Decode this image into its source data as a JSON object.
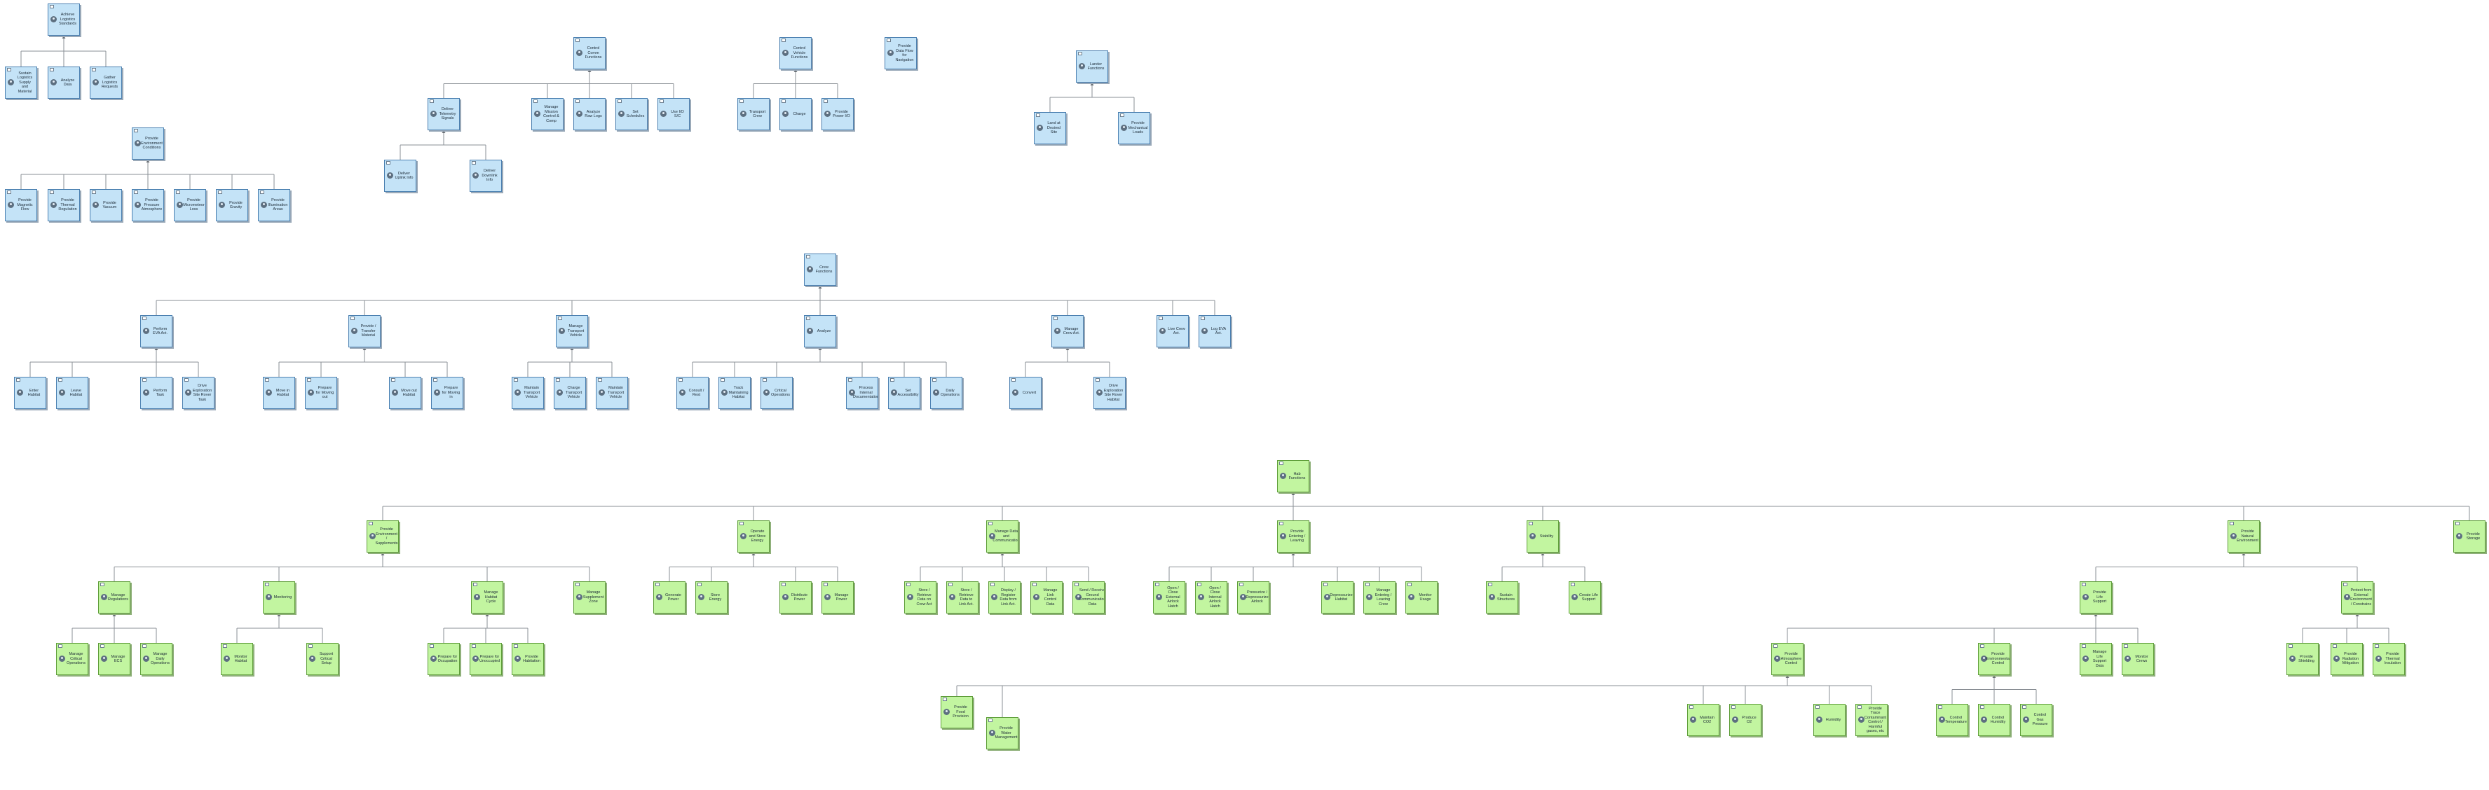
{
  "diagram": {
    "nodes": [
      {
        "id": "e1",
        "text": "Achieve Logistics Standards",
        "color": "blue"
      },
      {
        "id": "e1a",
        "text": "Sustain Logistics Supply and Material",
        "color": "blue"
      },
      {
        "id": "e1b",
        "text": "Analyze Data",
        "color": "blue"
      },
      {
        "id": "e1c",
        "text": "Gather Logistics Requests",
        "color": "blue"
      },
      {
        "id": "ps",
        "text": "Provide Environment Conditions",
        "color": "blue"
      },
      {
        "id": "ps1",
        "text": "Provide Magnetic Flow",
        "color": "blue"
      },
      {
        "id": "ps2",
        "text": "Provide Thermal Regulation",
        "color": "blue"
      },
      {
        "id": "ps3",
        "text": "Provide Vacuum",
        "color": "blue"
      },
      {
        "id": "ps4",
        "text": "Provide Pressure Atmosphere",
        "color": "blue"
      },
      {
        "id": "ps5",
        "text": "Provide Micrometeor Loss",
        "color": "blue"
      },
      {
        "id": "ps6",
        "text": "Provide Gravity",
        "color": "blue"
      },
      {
        "id": "ps7",
        "text": "Provide Illumination Areas",
        "color": "blue"
      },
      {
        "id": "cc",
        "text": "Control Comm Functions",
        "color": "blue"
      },
      {
        "id": "cc1",
        "text": "Deliver Telemetry Signals",
        "color": "blue"
      },
      {
        "id": "cc1a",
        "text": "Deliver Uplink Info",
        "color": "blue"
      },
      {
        "id": "cc1b",
        "text": "Deliver Downlink Info",
        "color": "blue"
      },
      {
        "id": "cc2",
        "text": "Manage Mission Control & Comp",
        "color": "blue"
      },
      {
        "id": "cc3",
        "text": "Analyze Raw Logs",
        "color": "blue"
      },
      {
        "id": "cc4",
        "text": "Set Schedules",
        "color": "blue"
      },
      {
        "id": "cc5",
        "text": "Use I/O S/C",
        "color": "blue"
      },
      {
        "id": "ct",
        "text": "Control Vehicle Functions",
        "color": "blue"
      },
      {
        "id": "ct1",
        "text": "Transport Crew",
        "color": "blue"
      },
      {
        "id": "ct2",
        "text": "Charge",
        "color": "blue"
      },
      {
        "id": "ct3",
        "text": "Provide Power I/O",
        "color": "blue"
      },
      {
        "id": "pdf",
        "text": "Provide Data Flow for Navigation",
        "color": "blue"
      },
      {
        "id": "lf",
        "text": "Lander Functions",
        "color": "blue"
      },
      {
        "id": "lf1",
        "text": "Land at Desired Site",
        "color": "blue"
      },
      {
        "id": "lf2",
        "text": "Provide Mechanical Loads",
        "color": "blue"
      },
      {
        "id": "cf",
        "text": "Crew Functions",
        "color": "blue"
      },
      {
        "id": "cf1",
        "text": "Perform EVA Act.",
        "color": "blue"
      },
      {
        "id": "cf1a",
        "text": "Enter Habitat",
        "color": "blue"
      },
      {
        "id": "cf1b",
        "text": "Leave Habitat",
        "color": "blue"
      },
      {
        "id": "cf1c",
        "text": "Perform Task",
        "color": "blue"
      },
      {
        "id": "cf1d",
        "text": "Drive Exploration Site Rover Task",
        "color": "blue"
      },
      {
        "id": "cf2",
        "text": "Provide / Transfer Material",
        "color": "blue"
      },
      {
        "id": "cf2a",
        "text": "Move in Habitat",
        "color": "blue"
      },
      {
        "id": "cf2b",
        "text": "Prepare for Moving out",
        "color": "blue"
      },
      {
        "id": "cf2c",
        "text": "Move out Habitat",
        "color": "blue"
      },
      {
        "id": "cf2d",
        "text": "Prepare for Moving in",
        "color": "blue"
      },
      {
        "id": "cf3",
        "text": "Manage Transport Vehicle",
        "color": "blue"
      },
      {
        "id": "cf3a",
        "text": "Maintain Transport Vehicle",
        "color": "blue"
      },
      {
        "id": "cf3b",
        "text": "Charge Transport Vehicle",
        "color": "blue"
      },
      {
        "id": "cf3c",
        "text": "Maintain Transport Vehicle",
        "color": "blue"
      },
      {
        "id": "cf4",
        "text": "Analyze",
        "color": "blue"
      },
      {
        "id": "cf4a",
        "text": "Consult / Rest",
        "color": "blue"
      },
      {
        "id": "cf4b",
        "text": "Track Maintaining Habitat",
        "color": "blue"
      },
      {
        "id": "cf4c",
        "text": "Critical Operations",
        "color": "blue"
      },
      {
        "id": "cf4d",
        "text": "Process Internal Documentation",
        "color": "blue"
      },
      {
        "id": "cf4e",
        "text": "Set Accessibility",
        "color": "blue"
      },
      {
        "id": "cf4f",
        "text": "Daily Operations",
        "color": "blue"
      },
      {
        "id": "cf5",
        "text": "Manage Crew Act.",
        "color": "blue"
      },
      {
        "id": "cf5a",
        "text": "Convert",
        "color": "blue"
      },
      {
        "id": "cf5b",
        "text": "Drive Exploration Site Rover Habitat",
        "color": "blue"
      },
      {
        "id": "cf6",
        "text": "Live Crew Act.",
        "color": "blue"
      },
      {
        "id": "cf7",
        "text": "Log EVA Act.",
        "color": "blue"
      },
      {
        "id": "hf",
        "text": "Hab Functions",
        "color": "green"
      },
      {
        "id": "h1",
        "text": "Provide Environment / Supplements",
        "color": "green"
      },
      {
        "id": "h1a",
        "text": "Manage Regulations",
        "color": "green"
      },
      {
        "id": "h1a1",
        "text": "Manage Critical Operations",
        "color": "green"
      },
      {
        "id": "h1a2",
        "text": "Manage ECS",
        "color": "green"
      },
      {
        "id": "h1a3",
        "text": "Manage Daily Operations",
        "color": "green"
      },
      {
        "id": "h1b",
        "text": "Monitoring",
        "color": "green"
      },
      {
        "id": "h1b1",
        "text": "Monitor Habitat",
        "color": "green"
      },
      {
        "id": "h1b2",
        "text": "Support Critical Setup",
        "color": "green"
      },
      {
        "id": "h1c",
        "text": "Manage Habitat Cycle",
        "color": "green"
      },
      {
        "id": "h1c1",
        "text": "Prepare for Occupation",
        "color": "green"
      },
      {
        "id": "h1c2",
        "text": "Prepare for Unoccupied",
        "color": "green"
      },
      {
        "id": "h1c3",
        "text": "Provide Habitation",
        "color": "green"
      },
      {
        "id": "h1d",
        "text": "Manage Supplement Zone",
        "color": "green"
      },
      {
        "id": "h2",
        "text": "Operate and Store Energy",
        "color": "green"
      },
      {
        "id": "h2a",
        "text": "Generate Power",
        "color": "green"
      },
      {
        "id": "h2b",
        "text": "Store Energy",
        "color": "green"
      },
      {
        "id": "h2c",
        "text": "Distribute Power",
        "color": "green"
      },
      {
        "id": "h2d",
        "text": "Manage Power",
        "color": "green"
      },
      {
        "id": "h3",
        "text": "Manage Data and Communication",
        "color": "green"
      },
      {
        "id": "h3a",
        "text": "Store / Retrieve Data on Crew Act",
        "color": "green"
      },
      {
        "id": "h3b",
        "text": "Store / Retrieve Data to Link Act.",
        "color": "green"
      },
      {
        "id": "h3c",
        "text": "Display / Register Data from Link Act.",
        "color": "green"
      },
      {
        "id": "h3d",
        "text": "Manage Link Control Data",
        "color": "green"
      },
      {
        "id": "h3e",
        "text": "Send / Receive Ground Communication Data",
        "color": "green"
      },
      {
        "id": "h4",
        "text": "Provide Entering / Leaving",
        "color": "green"
      },
      {
        "id": "h4a",
        "text": "Open / Close External Airlock Hatch",
        "color": "green"
      },
      {
        "id": "h4b",
        "text": "Open / Close Internal Airlock Hatch",
        "color": "green"
      },
      {
        "id": "h4c",
        "text": "Pressurize / Depressurize Airlock",
        "color": "green"
      },
      {
        "id": "h4d",
        "text": "Depressurize Habitat",
        "color": "green"
      },
      {
        "id": "h4e",
        "text": "Manage Entering / Leaving Crew",
        "color": "green"
      },
      {
        "id": "h4f",
        "text": "Monitor Usage",
        "color": "green"
      },
      {
        "id": "h5",
        "text": "Stability",
        "color": "green"
      },
      {
        "id": "h5a",
        "text": "Sustain Structures",
        "color": "green"
      },
      {
        "id": "h5b",
        "text": "Create Life Support",
        "color": "green"
      },
      {
        "id": "h6",
        "text": "Provide Natural Environment",
        "color": "green"
      },
      {
        "id": "h6a",
        "text": "Provide Life Support",
        "color": "green"
      },
      {
        "id": "h6a1",
        "text": "Provide Atmosphere Control",
        "color": "green"
      },
      {
        "id": "h6a1a",
        "text": "Provide Food Provision",
        "color": "green"
      },
      {
        "id": "h6a1b",
        "text": "Provide Water Management",
        "color": "green"
      },
      {
        "id": "h6a1c",
        "text": "Maintain CO2",
        "color": "green"
      },
      {
        "id": "h6a1d",
        "text": "Produce O2",
        "color": "green"
      },
      {
        "id": "h6a1e",
        "text": "Humidity",
        "color": "green"
      },
      {
        "id": "h6a1f",
        "text": "Provide Trace Contaminant Control / Harmful gases, etc",
        "color": "green"
      },
      {
        "id": "h6a2",
        "text": "Provide Environmental Control",
        "color": "green"
      },
      {
        "id": "h6a2a",
        "text": "Control Temperature",
        "color": "green"
      },
      {
        "id": "h6a2b",
        "text": "Control Humidity",
        "color": "green"
      },
      {
        "id": "h6a2c",
        "text": "Control Gas Pressure",
        "color": "green"
      },
      {
        "id": "h6a3",
        "text": "Manage Life Support Data",
        "color": "green"
      },
      {
        "id": "h6a4",
        "text": "Monitor Crews",
        "color": "green"
      },
      {
        "id": "h6b",
        "text": "Protect from External Environment / Constrains",
        "color": "green"
      },
      {
        "id": "h6b1",
        "text": "Provide Shielding",
        "color": "green"
      },
      {
        "id": "h6b2",
        "text": "Provide Radiation Mitigation",
        "color": "green"
      },
      {
        "id": "h6b3",
        "text": "Provide Thermal Insulation",
        "color": "green"
      },
      {
        "id": "h7",
        "text": "Provide Storage",
        "color": "green"
      }
    ]
  }
}
